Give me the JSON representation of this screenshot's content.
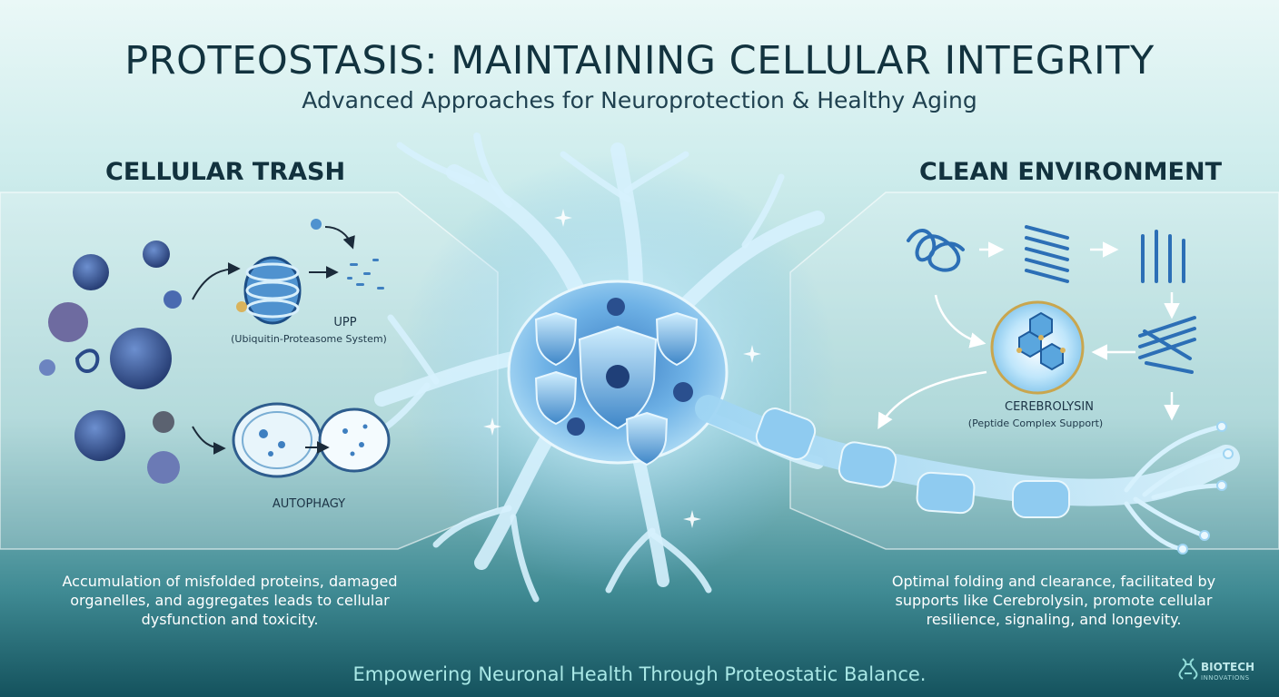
{
  "header": {
    "title": "PROTEOSTASIS: MAINTAINING CELLULAR INTEGRITY",
    "subtitle": "Advanced Approaches for Neuroprotection & Healthy Aging"
  },
  "left_panel": {
    "heading": "CELLULAR TRASH",
    "upp_label": "UPP",
    "upp_sub": "(Ubiquitin-Proteasome System)",
    "autophagy_label": "AUTOPHAGY",
    "description": "Accumulation of misfolded proteins, damaged organelles, and aggregates leads to cellular dysfunction and toxicity."
  },
  "right_panel": {
    "heading": "CLEAN ENVIRONMENT",
    "cerebrolysin_label": "CEREBROLYSIN",
    "cerebrolysin_sub": "(Peptide Complex Support)",
    "description": "Optimal folding and clearance, facilitated by supports like Cerebrolysin, promote cellular resilience, signaling, and longevity."
  },
  "footer": {
    "tagline": "Empowering Neuronal Health Through Proteostatic Balance."
  },
  "brand": {
    "name": "BIOTECH",
    "sub": "INNOVATIONS",
    "icon": "dna-icon"
  },
  "colors": {
    "title": "#12333f",
    "accent": "#2f7ecb",
    "glow": "#9fdcf5",
    "footer_text": "#a9e8e6"
  }
}
